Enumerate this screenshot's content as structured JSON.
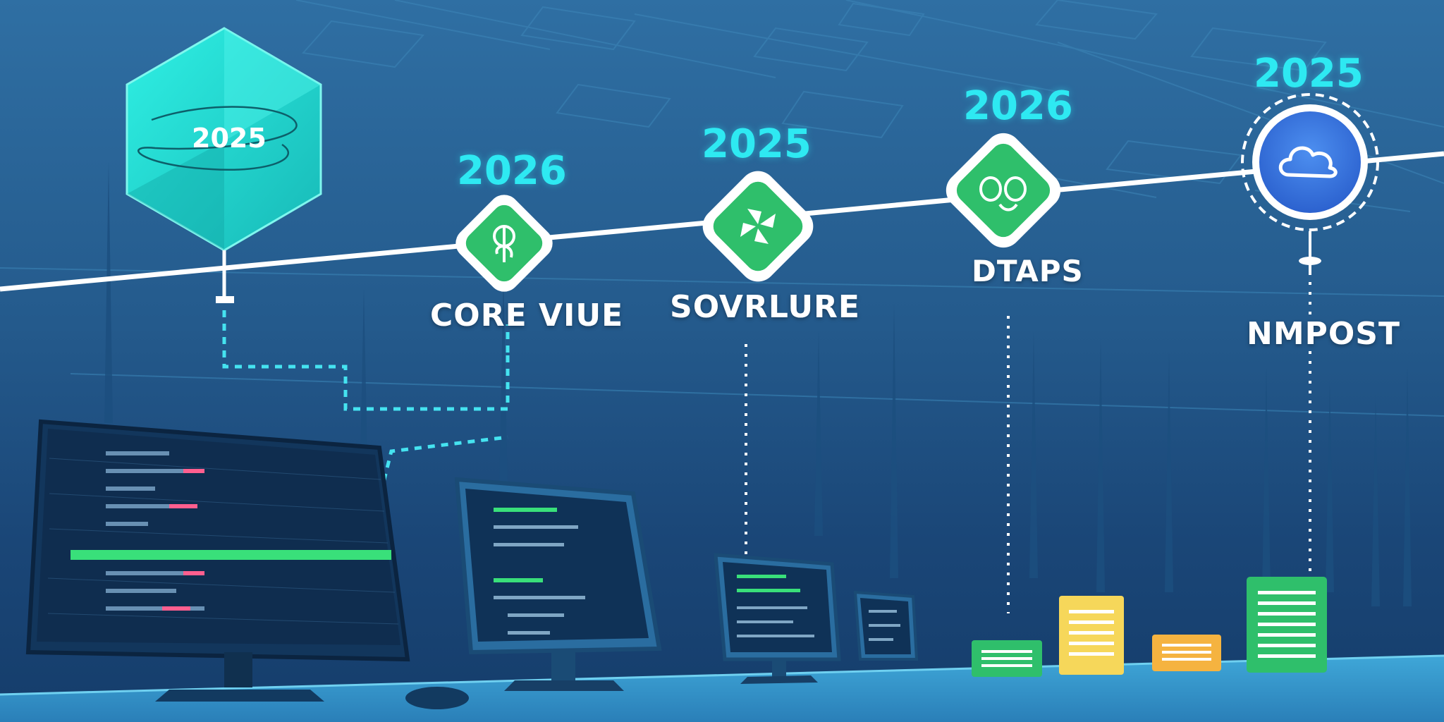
{
  "hex_badge": {
    "year": "2025"
  },
  "milestones": [
    {
      "year": "2026",
      "label": "CORE VIUE",
      "icon": "leaf-icon"
    },
    {
      "year": "2025",
      "label": "SOVRLURE",
      "icon": "pinwheel-icon"
    },
    {
      "year": "2026",
      "label": "DTAPS",
      "icon": "chain-link-icon"
    },
    {
      "year": "2025",
      "label": "NMPOST",
      "icon": "cloud-icon"
    }
  ],
  "colors": {
    "background": "#245a8c",
    "accent_cyan": "#2ee9f2",
    "node_green": "#2fbf6b",
    "node_blue": "#3b7be6",
    "doc_yellow": "#f6d75a",
    "doc_orange": "#f5b340"
  }
}
